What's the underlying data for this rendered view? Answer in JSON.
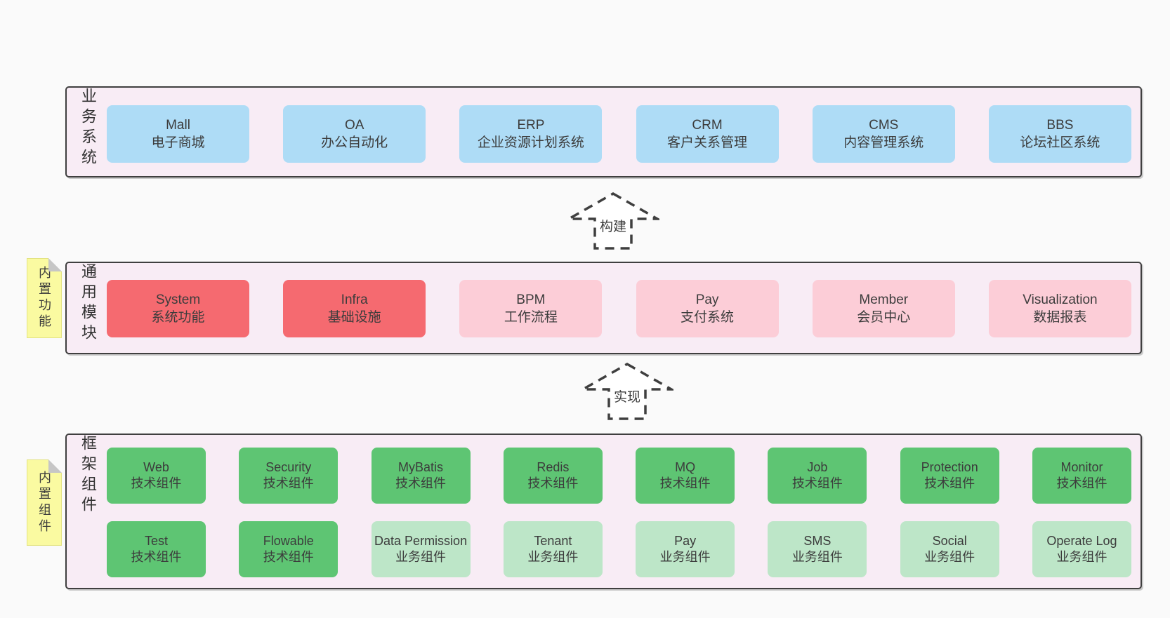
{
  "diagram": {
    "title_hint": "layered architecture diagram",
    "colors": {
      "page_bg": "#fafafa",
      "panel_bg": "#f8ecf5",
      "panel_border": "#3f3f3f",
      "box_blue": "#aedcf6",
      "box_red": "#f56a70",
      "box_pink": "#fccdd7",
      "box_green": "#5ec573",
      "box_light_green": "#bde6c8",
      "note_yellow": "#fafaa1",
      "note_fold_gray": "#c6c6c6",
      "text": "#3c3c3c"
    },
    "arrows": [
      {
        "label": "构建"
      },
      {
        "label": "实现"
      }
    ],
    "layers": [
      {
        "side_label": "业务系统",
        "boxes": [
          {
            "en": "Mall",
            "zh": "电子商城"
          },
          {
            "en": "OA",
            "zh": "办公自动化"
          },
          {
            "en": "ERP",
            "zh": "企业资源计划系统"
          },
          {
            "en": "CRM",
            "zh": "客户关系管理"
          },
          {
            "en": "CMS",
            "zh": "内容管理系统"
          },
          {
            "en": "BBS",
            "zh": "论坛社区系统"
          }
        ]
      },
      {
        "side_label": "通用模块",
        "note": "内置功能",
        "boxes": [
          {
            "en": "System",
            "zh": "系统功能"
          },
          {
            "en": "Infra",
            "zh": "基础设施"
          },
          {
            "en": "BPM",
            "zh": "工作流程"
          },
          {
            "en": "Pay",
            "zh": "支付系统"
          },
          {
            "en": "Member",
            "zh": "会员中心"
          },
          {
            "en": "Visualization",
            "zh": "数据报表"
          }
        ]
      },
      {
        "side_label": "框架组件",
        "note": "内置组件",
        "rows": [
          [
            {
              "en": "Web",
              "zh": "技术组件"
            },
            {
              "en": "Security",
              "zh": "技术组件"
            },
            {
              "en": "MyBatis",
              "zh": "技术组件"
            },
            {
              "en": "Redis",
              "zh": "技术组件"
            },
            {
              "en": "MQ",
              "zh": "技术组件"
            },
            {
              "en": "Job",
              "zh": "技术组件"
            },
            {
              "en": "Protection",
              "zh": "技术组件"
            },
            {
              "en": "Monitor",
              "zh": "技术组件"
            }
          ],
          [
            {
              "en": "Test",
              "zh": "技术组件"
            },
            {
              "en": "Flowable",
              "zh": "技术组件"
            },
            {
              "en": "Data Permission",
              "zh": "业务组件"
            },
            {
              "en": "Tenant",
              "zh": "业务组件"
            },
            {
              "en": "Pay",
              "zh": "业务组件"
            },
            {
              "en": "SMS",
              "zh": "业务组件"
            },
            {
              "en": "Social",
              "zh": "业务组件"
            },
            {
              "en": "Operate Log",
              "zh": "业务组件"
            }
          ]
        ]
      }
    ]
  }
}
